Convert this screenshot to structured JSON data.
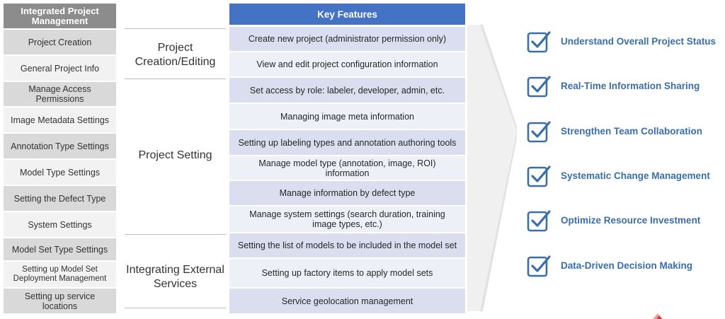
{
  "left_column": {
    "header": "Integrated Project Management",
    "items": [
      "Project Creation",
      "General Project Info",
      "Manage Access Permissions",
      "Image Metadata Settings",
      "Annotation Type Settings",
      "Model Type Settings",
      "Setting the Defect Type",
      "System Settings",
      "Model Set Type Settings",
      "Setting up Model Set Deployment Management",
      "Setting up service locations"
    ]
  },
  "categories": [
    "Project Creation/Editing",
    "Project Setting",
    "Integrating External Services"
  ],
  "features": {
    "header": "Key Features",
    "items": [
      "Create new project (administrator permission only)",
      "View and edit project configuration information",
      "Set access by role: labeler, developer, admin, etc.",
      "Managing image meta information",
      "Setting up labeling types and annotation authoring tools",
      "Manage model type (annotation, image, ROI) information",
      "Manage information by defect type",
      "Manage system settings (search duration, training image types, etc.)",
      "Setting the list of models to be included in the model set",
      "Setting up factory items to apply model sets",
      "Service geolocation management"
    ]
  },
  "benefits": [
    {
      "label": "Understand Overall Project Status",
      "icon": "checkbox-icon"
    },
    {
      "label": "Real-Time Information Sharing",
      "icon": "checkbox-icon"
    },
    {
      "label": "Strengthen Team Collaboration",
      "icon": "checkbox-icon"
    },
    {
      "label": "Systematic Change Management",
      "icon": "checkbox-icon"
    },
    {
      "label": "Optimize Resource Investment",
      "icon": "checkbox-icon"
    },
    {
      "label": "Data-Driven Decision Making",
      "icon": "checkbox-icon"
    }
  ],
  "colors": {
    "header_blue": "#4472c4",
    "row_dark": "#dadeef",
    "row_light": "#eef0f8",
    "left_header": "#8c8c8c",
    "left_dark": "#d9d9d9",
    "left_light": "#f2f2f2",
    "benefit_text": "#3a6ea8",
    "arrow": "#f0f0f0"
  }
}
